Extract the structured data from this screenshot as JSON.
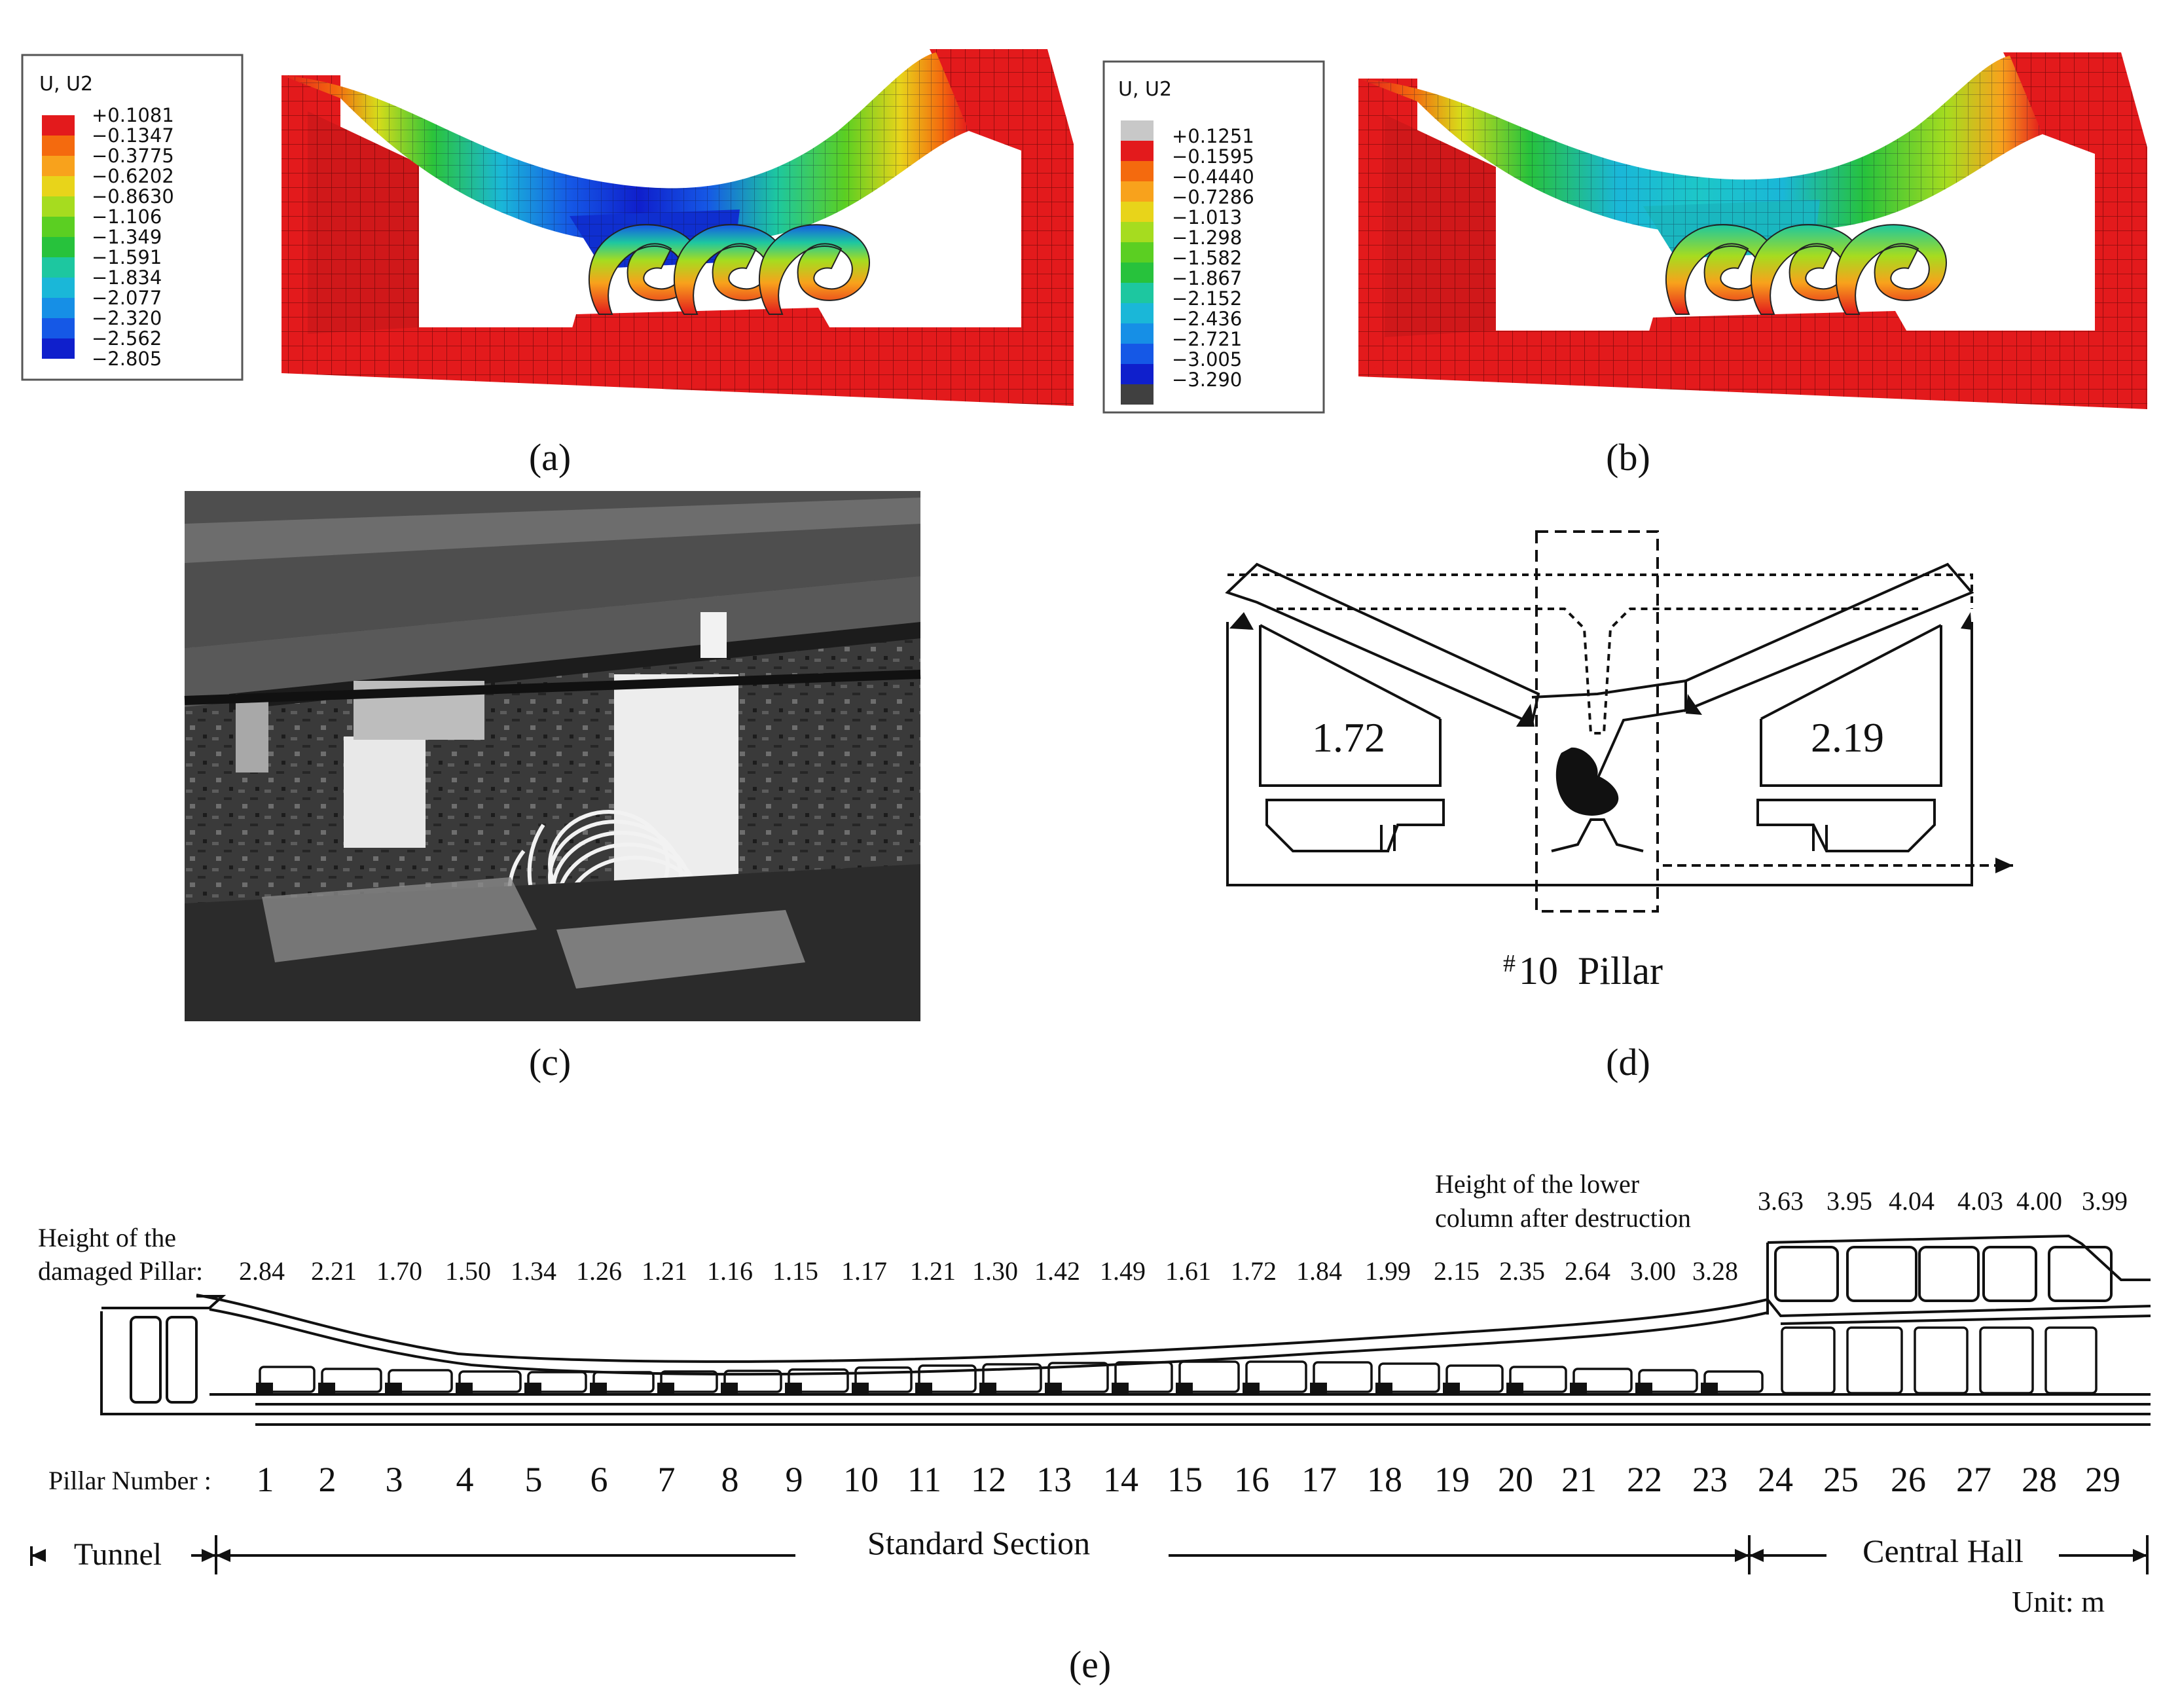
{
  "panel_labels": {
    "a": "(a)",
    "b": "(b)",
    "c": "(c)",
    "d": "(d)",
    "e": "(e)"
  },
  "legend_a": {
    "title": "U, U2",
    "values": [
      "+0.1081",
      "−0.1347",
      "−0.3775",
      "−0.6202",
      "−0.8630",
      "−1.106",
      "−1.349",
      "−1.591",
      "−1.834",
      "−2.077",
      "−2.320",
      "−2.562",
      "−2.805"
    ],
    "colors": [
      "#e31a1c",
      "#f46a0e",
      "#f8a21c",
      "#e8d41a",
      "#a6dc1f",
      "#5bcf22",
      "#27c23c",
      "#1dc7a0",
      "#1ab7d8",
      "#168fe6",
      "#1558e6",
      "#0f1fcc"
    ]
  },
  "legend_b": {
    "title": "U, U2",
    "values": [
      "+0.1251",
      "−0.1595",
      "−0.4440",
      "−0.7286",
      "−1.013",
      "−1.298",
      "−1.582",
      "−1.867",
      "−2.152",
      "−2.436",
      "−2.721",
      "−3.005",
      "−3.290"
    ],
    "colors": [
      "#c8c8c8",
      "#e31a1c",
      "#f46a0e",
      "#f8a21c",
      "#e8d41a",
      "#a6dc1f",
      "#5bcf22",
      "#27c23c",
      "#1dc7a0",
      "#1ab7d8",
      "#168fe6",
      "#1558e6",
      "#0f1fcc",
      "#404040"
    ]
  },
  "panel_d": {
    "left_value": "1.72",
    "right_value": "2.19",
    "pillar_label_sup": "#",
    "pillar_label": "10  Pillar"
  },
  "panel_e": {
    "damaged_label_1": "Height of the",
    "damaged_label_2": "damaged Pillar:",
    "damaged_heights": [
      "2.84",
      "2.21",
      "1.70",
      "1.50",
      "1.34",
      "1.26",
      "1.21",
      "1.16",
      "1.15",
      "1.17",
      "1.21",
      "1.30",
      "1.42",
      "1.49",
      "1.61",
      "1.72",
      "1.84",
      "1.99",
      "2.15",
      "2.35",
      "2.64",
      "3.00",
      "3.28"
    ],
    "lower_label_1": "Height of the lower",
    "lower_label_2": "column after destruction",
    "lower_heights": [
      "3.63",
      "3.95",
      "4.04",
      "4.03",
      "4.00",
      "3.99"
    ],
    "pillar_number_label": "Pillar Number :",
    "pillar_numbers": [
      "1",
      "2",
      "3",
      "4",
      "5",
      "6",
      "7",
      "8",
      "9",
      "10",
      "11",
      "12",
      "13",
      "14",
      "15",
      "16",
      "17",
      "18",
      "19",
      "20",
      "21",
      "22",
      "23",
      "24",
      "25",
      "26",
      "27",
      "28",
      "29"
    ],
    "section_tunnel": "Tunnel",
    "section_standard": "Standard Section",
    "section_central": "Central Hall",
    "unit": "Unit: m"
  }
}
